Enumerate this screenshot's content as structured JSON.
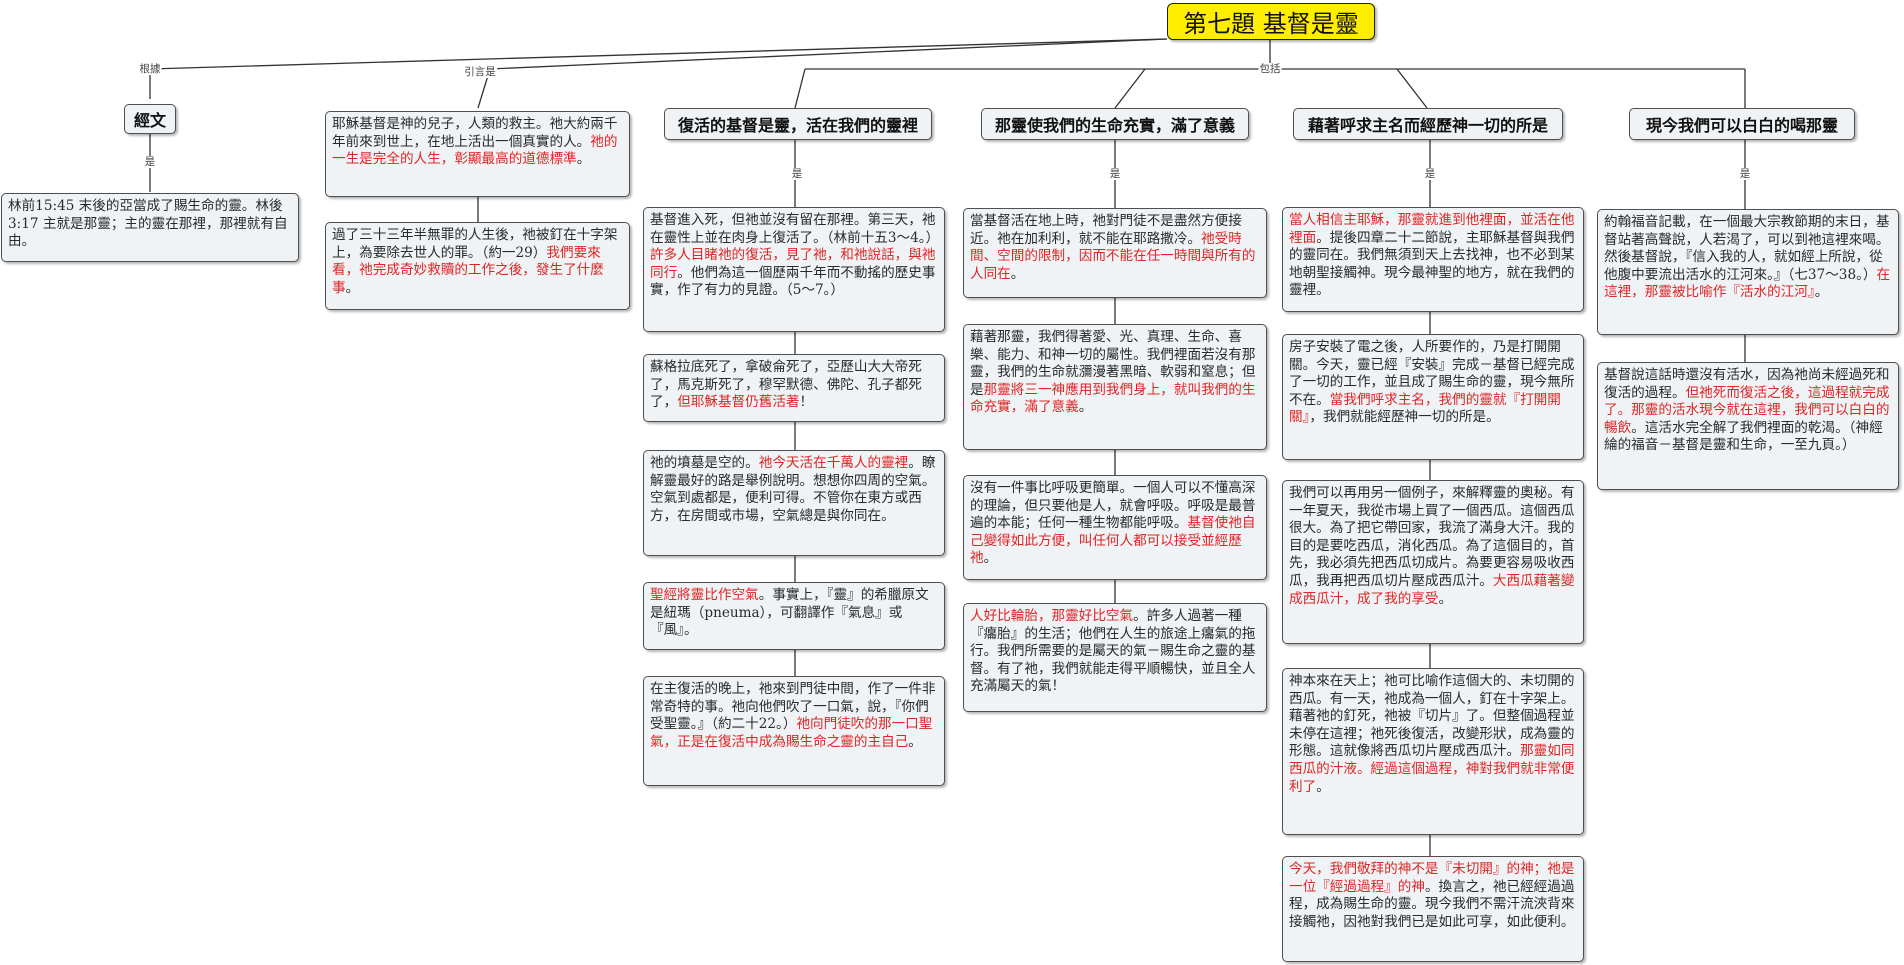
{
  "title": "第七題  基督是靈",
  "link_labels": {
    "basis": "根據",
    "intro": "引言是",
    "includes": "包括",
    "is": "是"
  },
  "scripture": {
    "head": "經文",
    "text": "林前15:45  末後的亞當成了賜生命的靈。林後3:17  主就是那靈；主的靈在那裡，那裡就有自由。"
  },
  "intro": {
    "p1": [
      {
        "t": "耶穌基督是神的兒子，人類的救主。祂大約兩千年前來到世上，在地上活出一個真實的人。"
      },
      {
        "t": "祂的一生是完全的人生，彰顯最高的道德標準",
        "h": true
      },
      {
        "t": "。"
      }
    ],
    "p2": [
      {
        "t": "過了三十三年半無罪的人生後，祂被釘在十字架上，為要除去世人的罪。（約一29）"
      },
      {
        "t": "我們要來看，祂完成奇妙救贖的工作之後，發生了什麼事",
        "h": true
      },
      {
        "t": "。"
      }
    ]
  },
  "branches": [
    {
      "head": "復活的基督是靈，活在我們的靈裡",
      "paras": [
        [
          {
            "t": "基督進入死，但祂並沒有留在那裡。第三天，祂在靈性上並在肉身上復活了。（林前十五3～4。）"
          },
          {
            "t": "許多人目睹祂的復活，見了祂，和祂說話，與祂同行",
            "h": true
          },
          {
            "t": "。他們為這一個歷兩千年而不動搖的歷史事實，作了有力的見證。（5～7。）"
          }
        ],
        [
          {
            "t": "蘇格拉底死了，拿破侖死了，亞歷山大大帝死了，馬克斯死了，穆罕默德、佛陀、孔子都死了，"
          },
          {
            "t": "但耶穌基督仍舊活著",
            "h": true
          },
          {
            "t": "！"
          }
        ],
        [
          {
            "t": "祂的墳墓是空的。"
          },
          {
            "t": "祂今天活在千萬人的靈裡",
            "h": true
          },
          {
            "t": "。瞭解靈最好的路是舉例說明。想想你四周的空氣。空氣到處都是，便利可得。不管你在東方或西方，在房間或市場，空氣總是與你同在。"
          }
        ],
        [
          {
            "t": "聖經將靈比作空氣",
            "h": true
          },
          {
            "t": "。事實上，『靈』的希臘原文是紐瑪（pneuma），可翻譯作『氣息』或『風』。"
          }
        ],
        [
          {
            "t": "在主復活的晚上，祂來到門徒中間，作了一件非常奇特的事。祂向他們吹了一口氣，說，『你們受聖靈。』（約二十22。）"
          },
          {
            "t": "祂向門徒吹的那一口聖氣，正是在復活中成為賜生命之靈的主自己",
            "h": true
          },
          {
            "t": "。"
          }
        ]
      ]
    },
    {
      "head": "那靈使我們的生命充實，滿了意義",
      "paras": [
        [
          {
            "t": "當基督活在地上時，祂對門徒不是盡然方便接近。祂在加利利，就不能在耶路撒冷。"
          },
          {
            "t": "祂受時間、空間的限制，因而不能在任一時間與所有的人同在",
            "h": true
          },
          {
            "t": "。"
          }
        ],
        [
          {
            "t": "藉著那靈，我們得著愛、光、真理、生命、喜樂、能力、和神一切的屬性。我們裡面若沒有那靈，我們的生命就瀰漫著黑暗、軟弱和窒息；但是"
          },
          {
            "t": "那靈將三一神應用到我們身上，就叫我們的生命充實，滿了意義",
            "h": true
          },
          {
            "t": "。"
          }
        ],
        [
          {
            "t": "沒有一件事比呼吸更簡單。一個人可以不懂高深的理論，但只要他是人，就會呼吸。呼吸是最普遍的本能；任何一種生物都能呼吸。"
          },
          {
            "t": "基督使祂自己變得如此方便，叫任何人都可以接受並經歷祂",
            "h": true
          },
          {
            "t": "。"
          }
        ],
        [
          {
            "t": "人好比輪胎，那靈好比空氣",
            "h": true
          },
          {
            "t": "。許多人過著一種『癟胎』的生活；他們在人生的旅途上癟氣的拖行。我們所需要的是屬天的氣－賜生命之靈的基督。有了祂，我們就能走得平順暢快，並且全人充滿屬天的氣！"
          }
        ]
      ]
    },
    {
      "head": "藉著呼求主名而經歷神一切的所是",
      "paras": [
        [
          {
            "t": "當人相信主耶穌，那靈就進到他裡面，並活在他裡面",
            "h": true
          },
          {
            "t": "。提後四章二十二節說，主耶穌基督與我們的靈同在。我們無須到天上去找神，也不必到某地朝聖接觸神。現今最神聖的地方，就在我們的靈裡。"
          }
        ],
        [
          {
            "t": "房子安裝了電之後，人所要作的，乃是打開開關。今天，靈已經『安裝』完成－基督已經完成了一切的工作，並且成了賜生命的靈，現今無所不在。"
          },
          {
            "t": "當我們呼求主名，我們的靈就『打開開關』",
            "h": true
          },
          {
            "t": "，我們就能經歷神一切的所是。"
          }
        ],
        [
          {
            "t": "我們可以再用另一個例子，來解釋靈的奧秘。有一年夏天，我從市場上買了一個西瓜。這個西瓜很大。為了把它帶回家，我流了滿身大汗。我的目的是要吃西瓜，消化西瓜。為了這個目的，首先，我必須先把西瓜切成片。為要更容易吸收西瓜，我再把西瓜切片壓成西瓜汁。"
          },
          {
            "t": "大西瓜藉著變成西瓜汁，成了我的享受",
            "h": true
          },
          {
            "t": "。"
          }
        ],
        [
          {
            "t": "神本來在天上；祂可比喻作這個大的、未切開的西瓜。有一天，祂成為一個人，釘在十字架上。藉著祂的釘死，祂被『切片』了。但整個過程並未停在這裡；祂死後復活，改變形狀，成為靈的形態。這就像將西瓜切片壓成西瓜汁。"
          },
          {
            "t": "那靈如同西瓜的汁液。經過這個過程，神對我們就非常便利了",
            "h": true
          },
          {
            "t": "。"
          }
        ],
        [
          {
            "t": "今天，我們敬拜的神不是『未切開』的神；祂是一位『經過過程』的神",
            "h": true
          },
          {
            "t": "。換言之，祂已經經過過程，成為賜生命的靈。現今我們不需汗流浹背來接觸祂，因祂對我們已是如此可享，如此便利。"
          }
        ]
      ]
    },
    {
      "head": "現今我們可以白白的喝那靈",
      "paras": [
        [
          {
            "t": "約翰福音記載，在一個最大宗教節期的末日，基督站著高聲說，人若渴了，可以到祂這裡來喝。然後基督說，『信入我的人，就如經上所說，從他腹中要流出活水的江河來。』（七37～38。）"
          },
          {
            "t": "在這裡，那靈被比喻作『活水的江河』",
            "h": true
          },
          {
            "t": "。"
          }
        ],
        [
          {
            "t": "基督說這話時還沒有活水，因為祂尚未經過死和復活的過程。"
          },
          {
            "t": "但祂死而復活之後，這過程就完成了。那靈的活水現今就在這裡，我們可以白白的暢飲",
            "h": true
          },
          {
            "t": "。這活水完全解了我們裡面的乾渴。（神經綸的福音－基督是靈和生命，一至九頁。）"
          }
        ]
      ]
    }
  ]
}
